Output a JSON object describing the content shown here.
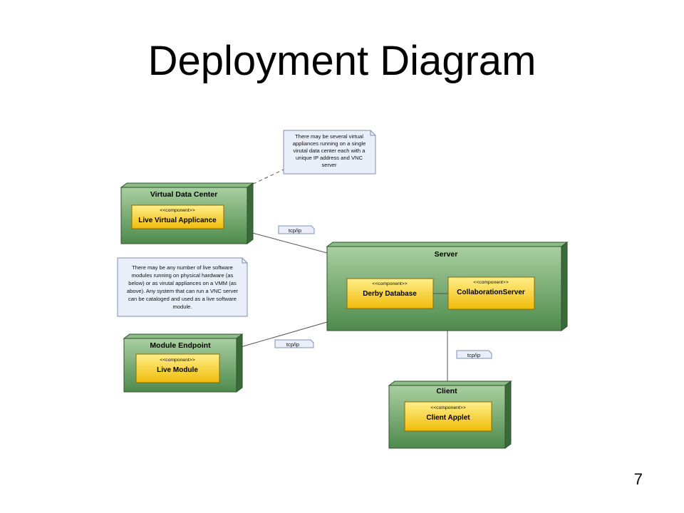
{
  "slide": {
    "title": "Deployment Diagram",
    "page_number": "7"
  },
  "colors": {
    "node_fill_top": "#a9cfa0",
    "node_fill_bottom": "#4e8a4c",
    "node_side": "#3b6a39",
    "node_stroke": "#2f4f2f",
    "component_fill_top": "#ffec80",
    "component_fill_bottom": "#f0bc0a",
    "component_stroke": "#8a6d00",
    "note_fill": "#e9eef8",
    "note_stroke": "#7f8fb0"
  },
  "nodes": {
    "virtual_data_center": {
      "title": "Virtual Data Center",
      "component_stereotype": "<<component>>",
      "component_name": "Live Virtual Applicance"
    },
    "server": {
      "title": "Server",
      "components": [
        {
          "stereotype": "<<component>>",
          "name": "Derby Database"
        },
        {
          "stereotype": "<<component>>",
          "name": "CollaborationServer"
        }
      ]
    },
    "module_endpoint": {
      "title": "Module Endpoint",
      "component_stereotype": "<<component>>",
      "component_name": "Live Module"
    },
    "client": {
      "title": "Client",
      "component_stereotype": "<<component>>",
      "component_name": "Client Applet"
    }
  },
  "notes": {
    "top": [
      "There may be several virtual",
      "appliances running on a single",
      "virutal data center each with a",
      "unique IP address and VNC",
      "server"
    ],
    "left": [
      "There may be any number of live software",
      "modules running on physical hardware (as",
      "below) or as virutal appliances on a VMM (as",
      "above).  Any system that can run a VNC server",
      "can be cataloged and used as a live software",
      "module."
    ]
  },
  "connections": {
    "vdc_server_label": "tcp/ip",
    "module_server_label": "tcp/ip",
    "client_server_label": "tcp/ip"
  }
}
